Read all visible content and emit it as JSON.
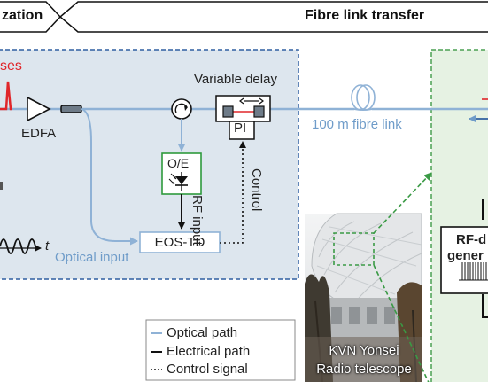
{
  "colors": {
    "optical": "#8fb2d6",
    "electrical": "#111111",
    "panel_fill": "#dde6ee",
    "panel_border": "#2f5fa0",
    "rf_panel_fill": "#e6f2e3",
    "rf_panel_border": "#4aa052",
    "laser_red": "#e0262a",
    "oe_border": "#2e9a3c"
  },
  "header": {
    "left_section": "zation",
    "right_section": "Fibre link transfer"
  },
  "diagram": {
    "pulses_label_fragment": "ses",
    "edfa": "EDFA",
    "variable_delay": "Variable delay",
    "fibre_link": "100 m fibre link",
    "oe": "O/E",
    "pi": "PI",
    "rf_input": "RF input",
    "control": "Control",
    "eos_td": "EOS-TD",
    "optical_input": "Optical input",
    "time_axis": "t",
    "rf_box_line1": "RF-d",
    "rf_box_line2": "gener"
  },
  "legend": {
    "optical_path": "Optical path",
    "electrical_path": "Electrical path",
    "control_signal": "Control signal"
  },
  "photo": {
    "caption_line1": "KVN Yonsei",
    "caption_line2": "Radio telescope"
  }
}
